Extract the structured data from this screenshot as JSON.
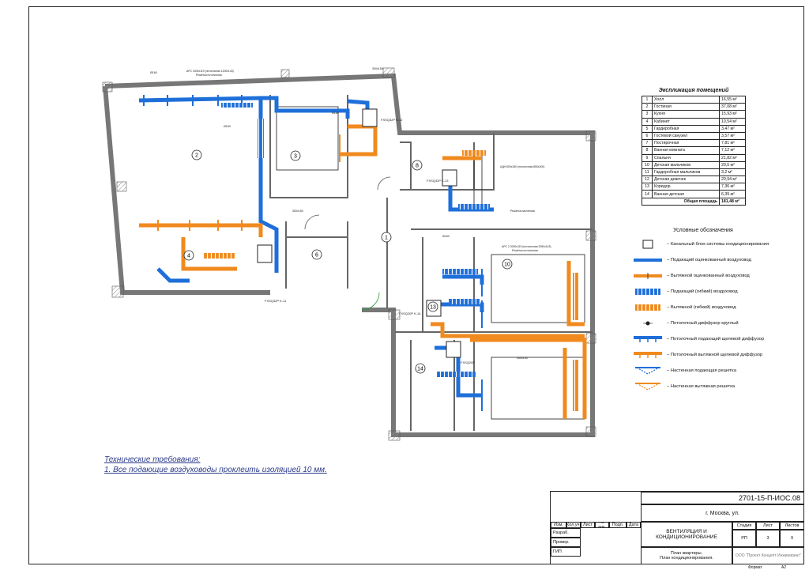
{
  "plan": {
    "room_numbers": [
      "1",
      "2",
      "3",
      "4",
      "6",
      "8",
      "10",
      "13",
      "14"
    ],
    "equipment_tags": [
      "FXSQ32P K-12",
      "FXSQ32P K-13",
      "FXSQ32P K-11",
      "FXSQ20P K-14",
      "FXSQ20P"
    ],
    "duct_labels": [
      "Ø160",
      "Ø160",
      "Ø160",
      "Ø160",
      "300x150",
      "300x150",
      "300x150"
    ],
    "grille_labels": [
      "АРС 1000x119 (потолочная 1200x143)",
      "Решётка потолочная",
      "АРС 2 2000x119 (потолочная 2050x143)",
      "Решётка потолочная",
      "АДН 800x150 (потолочная 850x200)",
      "Решётка настенная"
    ]
  },
  "explication": {
    "title": "Экспликация помещений",
    "rows": [
      {
        "n": "1",
        "name": "Холл",
        "area": "16,55 м²"
      },
      {
        "n": "2",
        "name": "Гостиная",
        "area": "37,08 м²"
      },
      {
        "n": "3",
        "name": "Кухня",
        "area": "15,93 м²"
      },
      {
        "n": "4",
        "name": "Кабинет",
        "area": "10,54 м²"
      },
      {
        "n": "5",
        "name": "Гардеробная",
        "area": "3,47 м²"
      },
      {
        "n": "6",
        "name": "Гостевой санузел",
        "area": "3,57 м²"
      },
      {
        "n": "7",
        "name": "Постирочная",
        "area": "7,81 м²"
      },
      {
        "n": "8",
        "name": "Ванная комната",
        "area": "7,12 м²"
      },
      {
        "n": "9",
        "name": "Спальня",
        "area": "21,82 м²"
      },
      {
        "n": "10",
        "name": "Детская мальчиков",
        "area": "20,5 м²"
      },
      {
        "n": "11",
        "name": "Гардеробная мальчиков",
        "area": "3,2 м²"
      },
      {
        "n": "12",
        "name": "Детская девочек",
        "area": "20,94 м²"
      },
      {
        "n": "13",
        "name": "Коридор",
        "area": "7,36 м²"
      },
      {
        "n": "14",
        "name": "Ванная детская",
        "area": "6,39 м²"
      }
    ],
    "total_label": "Общая площадь",
    "total_area": "181,48 м²"
  },
  "legend": {
    "title": "Условные обозначения",
    "items": [
      {
        "icon": "ac-unit-icon",
        "text": "– Канальный блок системы кондиционирования"
      },
      {
        "icon": "supply-duct-icon",
        "text": "– Подающий оцинкованный воздуховод"
      },
      {
        "icon": "exhaust-duct-icon",
        "text": "– Вытяжной оцинкованный воздуховод"
      },
      {
        "icon": "flex-supply-duct-icon",
        "text": "– Подающий (гибкий) воздуховод"
      },
      {
        "icon": "flex-exhaust-duct-icon",
        "text": "– Вытяжной (гибкий) воздуховод"
      },
      {
        "icon": "round-diffuser-icon",
        "text": "– Потолочный диффузор круглый"
      },
      {
        "icon": "supply-slot-diffuser-icon",
        "text": "– Потолочный подающий щелевой диффузор"
      },
      {
        "icon": "exhaust-slot-diffuser-icon",
        "text": "– Потолочный вытяжной щелевой диффузор"
      },
      {
        "icon": "supply-wall-grille-icon",
        "text": "– Настенная подающая решетка"
      },
      {
        "icon": "exhaust-wall-grille-icon",
        "text": "– Настенная вытяжная решетка"
      }
    ]
  },
  "notes": {
    "heading": "Технические требования:",
    "line1": "1. Все подающие воздуховоды проклеить изоляцией 10 мм."
  },
  "stamp": {
    "code": "2701-15-П-ИОС.08",
    "city": "г. Москва, ул.",
    "section": "ВЕНТИЛЯЦИЯ И КОНДИЦИОНИРОВАНИЕ",
    "sheet_title": "План квартиры.\nПлан кондиционирования.",
    "headers": [
      "Изм.",
      "Кол.уч.",
      "Лист",
      "№ док.",
      "Подп.",
      "Дата"
    ],
    "roles": [
      "Разраб.",
      "Провер.",
      "ГИП"
    ],
    "stage_label": "Стадия",
    "sheet_label": "Лист",
    "sheets_label": "Листов",
    "stage": "РП",
    "sheet": "3",
    "sheets": "9",
    "company": "ООО \"Проект Концепт Инжиниринг\"",
    "format_label": "Формат",
    "format": "А2"
  },
  "colors": {
    "supply": "#1e6fd9",
    "exhaust": "#f08a1e",
    "wall": "#9a9a9a",
    "hatch": "#6f6f6f"
  }
}
